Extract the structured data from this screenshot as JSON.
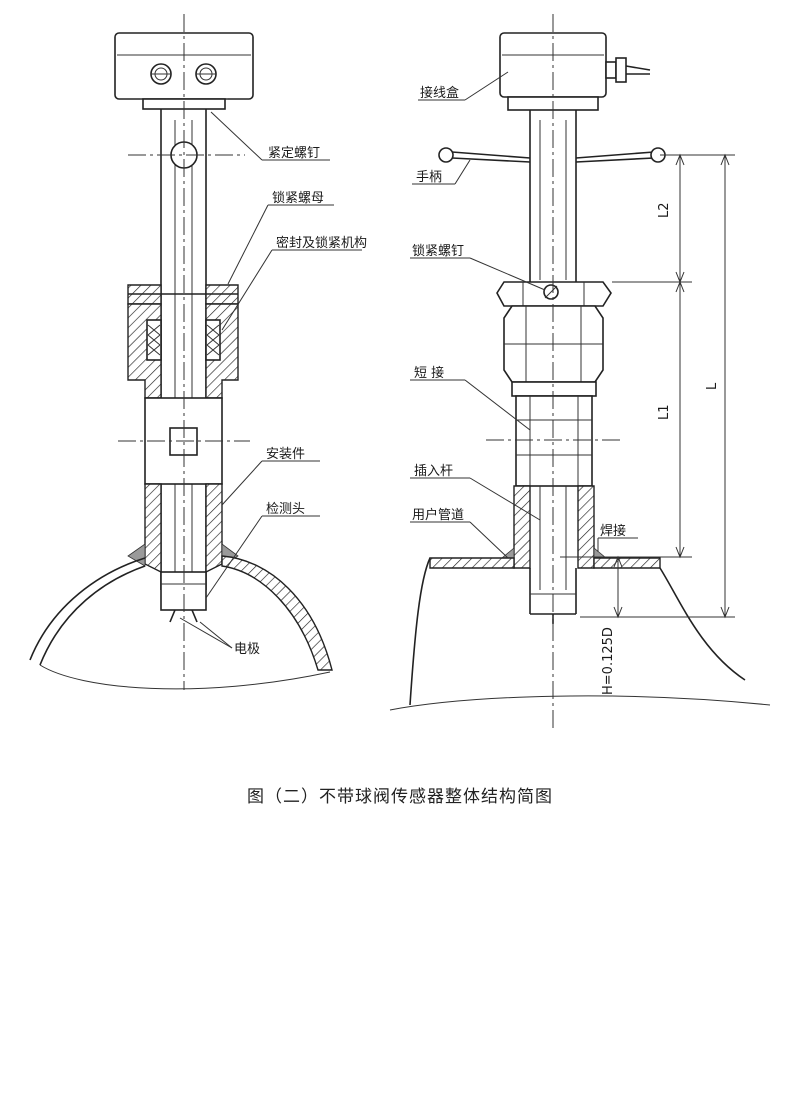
{
  "caption": "图（二）不带球阀传感器整体结构简图",
  "left_labels": {
    "set_screw": "紧定螺钉",
    "lock_nut": "锁紧螺母",
    "seal_lock": "密封及锁紧机构",
    "fitting": "安装件",
    "probe": "检测头",
    "electrode": "电极"
  },
  "right_labels": {
    "junction_box": "接线盒",
    "handle": "手柄",
    "lock_screw": "锁紧螺钉",
    "short_pipe": "短 接",
    "insert_rod": "插入杆",
    "user_pipe": "用户管道",
    "weld": "焊接"
  },
  "dimensions": {
    "l2": "L2",
    "l1": "L1",
    "l": "L",
    "h": "H=0.125D"
  }
}
